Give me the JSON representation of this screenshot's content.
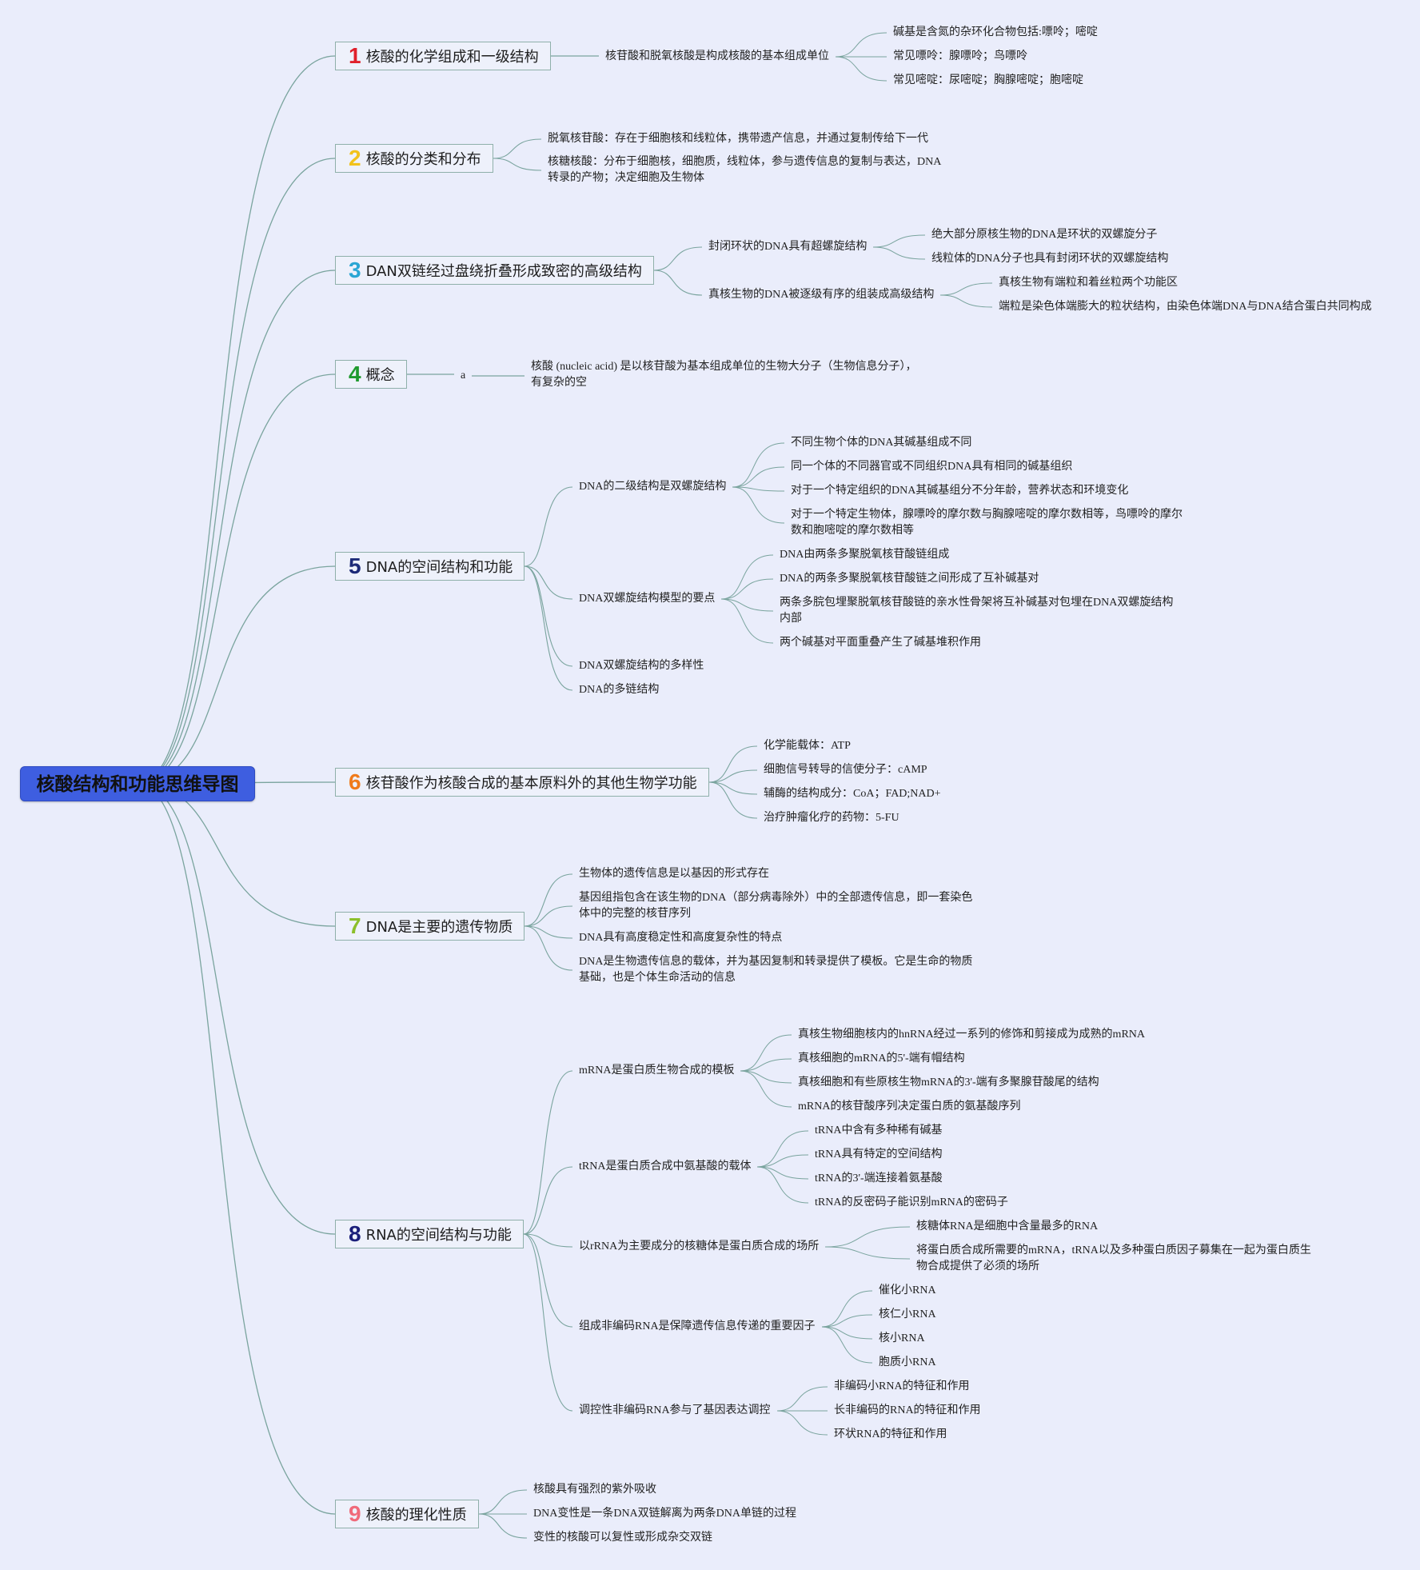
{
  "root": {
    "title": "核酸结构和功能思维导图"
  },
  "colors": {
    "root_bg": "#3e5ee0",
    "line": "#7aa49e",
    "background": "#eaedfb"
  },
  "branches": [
    {
      "num": "1",
      "num_color": "#e0202b",
      "label": "核酸的化学组成和一级结构",
      "children": [
        {
          "text": "核苷酸和脱氧核酸是构成核酸的基本组成单位",
          "children": [
            "碱基是含氮的杂环化合物包括:嘌呤；嘧啶",
            "常见嘌呤：腺嘌呤；鸟嘌呤",
            "常见嘧啶：尿嘧啶；胸腺嘧啶；胞嘧啶"
          ]
        }
      ]
    },
    {
      "num": "2",
      "num_color": "#f2c21b",
      "label": "核酸的分类和分布",
      "children": [
        {
          "text": "脱氧核苷酸：存在于细胞核和线粒体，携带遗产信息，并通过复制传给下一代"
        },
        {
          "text": "核糖核酸：分布于细胞核，细胞质，线粒体，参与遗传信息的复制与表达，DNA转录的产物；决定细胞及生物体"
        }
      ]
    },
    {
      "num": "3",
      "num_color": "#2aa6d4",
      "label": "DAN双链经过盘绕折叠形成致密的高级结构",
      "children": [
        {
          "text": "封闭环状的DNA具有超螺旋结构",
          "children": [
            "绝大部分原核生物的DNA是环状的双螺旋分子",
            "线粒体的DNA分子也具有封闭环状的双螺旋结构"
          ]
        },
        {
          "text": "真核生物的DNA被逐级有序的组装成高级结构",
          "children": [
            "真核生物有端粒和着丝粒两个功能区",
            "端粒是染色体端膨大的粒状结构，由染色体端DNA与DNA结合蛋白共同构成"
          ]
        }
      ]
    },
    {
      "num": "4",
      "num_color": "#1f9a2e",
      "label": "概念",
      "children": [
        {
          "text": "a",
          "children": [
            "核酸 (nucleic acid) 是以核苷酸为基本组成单位的生物大分子（生物信息分子），有复杂的空"
          ]
        }
      ]
    },
    {
      "num": "5",
      "num_color": "#1d2a78",
      "label": "DNA的空间结构和功能",
      "children": [
        {
          "text": "DNA的二级结构是双螺旋结构",
          "children": [
            "不同生物个体的DNA其碱基组成不同",
            "同一个体的不同器官或不同组织DNA具有相同的碱基组织",
            "对于一个特定组织的DNA其碱基组分不分年龄，营养状态和环境变化",
            "对于一个特定生物体，腺嘌呤的摩尔数与胸腺嘧啶的摩尔数相等，鸟嘌呤的摩尔数和胞嘧啶的摩尔数相等"
          ]
        },
        {
          "text": "DNA双螺旋结构模型的要点",
          "children": [
            "DNA由两条多聚脱氧核苷酸链组成",
            "DNA的两条多聚脱氧核苷酸链之间形成了互补碱基对",
            "两条多脘包埋聚脱氧核苷酸链的亲水性骨架将互补碱基对包埋在DNA双螺旋结构内部",
            "两个碱基对平面重叠产生了碱基堆积作用"
          ]
        },
        {
          "text": "DNA双螺旋结构的多样性"
        },
        {
          "text": "DNA的多链结构"
        }
      ]
    },
    {
      "num": "6",
      "num_color": "#f07a1a",
      "label": "核苷酸作为核酸合成的基本原料外的其他生物学功能",
      "children": [
        {
          "text": "化学能载体：ATP"
        },
        {
          "text": "细胞信号转导的信使分子：cAMP"
        },
        {
          "text": "辅酶的结构成分：CoA；FAD;NAD+"
        },
        {
          "text": "治疗肿瘤化疗的药物：5-FU"
        }
      ]
    },
    {
      "num": "7",
      "num_color": "#8cbf2a",
      "label": "DNA是主要的遗传物质",
      "children": [
        {
          "text": "生物体的遗传信息是以基因的形式存在"
        },
        {
          "text": "基因组指包含在该生物的DNA（部分病毒除外）中的全部遗传信息，即一套染色体中的完整的核苷序列"
        },
        {
          "text": "DNA具有高度稳定性和高度复杂性的特点"
        },
        {
          "text": "DNA是生物遗传信息的载体，并为基因复制和转录提供了模板。它是生命的物质基础，也是个体生命活动的信息"
        }
      ]
    },
    {
      "num": "8",
      "num_color": "#1a1e7a",
      "label": "RNA的空间结构与功能",
      "children": [
        {
          "text": "mRNA是蛋白质生物合成的模板",
          "children": [
            "真核生物细胞核内的hnRNA经过一系列的修饰和剪接成为成熟的mRNA",
            "真核细胞的mRNA的5'-端有帽结构",
            "真核细胞和有些原核生物mRNA的3'-端有多聚腺苷酸尾的结构",
            "mRNA的核苷酸序列决定蛋白质的氨基酸序列"
          ]
        },
        {
          "text": "tRNA是蛋白质合成中氨基酸的载体",
          "children": [
            "tRNA中含有多种稀有碱基",
            "tRNA具有特定的空间结构",
            "tRNA的3'-端连接着氨基酸",
            "tRNA的反密码子能识别mRNA的密码子"
          ]
        },
        {
          "text": "以rRNA为主要成分的核糖体是蛋白质合成的场所",
          "children": [
            "核糖体RNA是细胞中含量最多的RNA",
            "将蛋白质合成所需要的mRNA，tRNA以及多种蛋白质因子募集在一起为蛋白质生物合成提供了必须的场所"
          ]
        },
        {
          "text": "组成非编码RNA是保障遗传信息传递的重要因子",
          "children": [
            "催化小RNA",
            "核仁小RNA",
            "核小RNA",
            "胞质小RNA"
          ]
        },
        {
          "text": "调控性非编码RNA参与了基因表达调控",
          "children": [
            "非编码小RNA的特征和作用",
            "长非编码的RNA的特征和作用",
            "环状RNA的特征和作用"
          ]
        }
      ]
    },
    {
      "num": "9",
      "num_color": "#f06a7a",
      "label": "核酸的理化性质",
      "children": [
        {
          "text": "核酸具有强烈的紫外吸收"
        },
        {
          "text": "DNA变性是一条DNA双链解离为两条DNA单链的过程"
        },
        {
          "text": "变性的核酸可以复性或形成杂交双链"
        }
      ]
    }
  ]
}
